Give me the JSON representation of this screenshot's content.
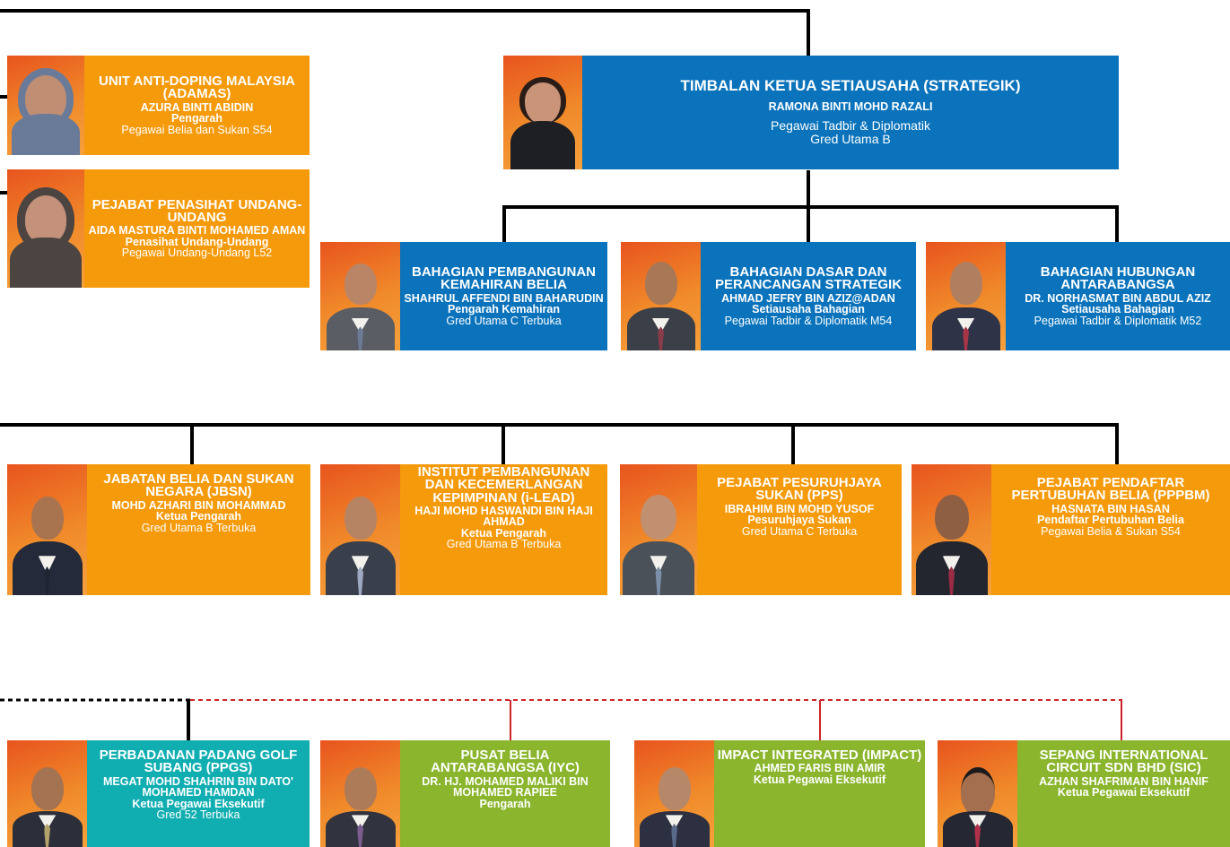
{
  "colors": {
    "orange": "#f59a0b",
    "blue": "#0a73bb",
    "teal": "#11aeb1",
    "green": "#8ab52d",
    "line": "#000000",
    "dashed_red": "#cc2229"
  },
  "strategic": {
    "title": "TIMBALAN KETUA SETIAUSAHA (STRATEGIK)",
    "name": "RAMONA BINTI MOHD RAZALI",
    "role": "Pegawai Tadbir & Diplomatik",
    "grade": "Gred Utama B"
  },
  "units": [
    {
      "title": "UNIT ANTI-DOPING MALAYSIA (ADAMAS)",
      "name": "AZURA BINTI ABIDIN",
      "role": "Pengarah",
      "grade": "Pegawai Belia dan Sukan S54"
    },
    {
      "title": "PEJABAT PENASIHAT UNDANG-UNDANG",
      "name": "AIDA MASTURA BINTI MOHAMED AMAN",
      "role": "Penasihat Undang-Undang",
      "grade": "Pegawai Undang-Undang L52"
    }
  ],
  "divisions": [
    {
      "title": "BAHAGIAN PEMBANGUNAN KEMAHIRAN BELIA",
      "name": "SHAHRUL AFFENDI BIN BAHARUDIN",
      "role": "Pengarah Kemahiran",
      "grade": "Gred Utama C Terbuka"
    },
    {
      "title": "BAHAGIAN DASAR DAN PERANCANGAN STRATEGIK",
      "name": "AHMAD JEFRY BIN AZIZ@ADAN",
      "role": "Setiausaha Bahagian",
      "grade": "Pegawai Tadbir & Diplomatik M54"
    },
    {
      "title": "BAHAGIAN HUBUNGAN ANTARABANGSA",
      "name": "DR. NORHASMAT BIN ABDUL AZIZ",
      "role": "Setiausaha Bahagian",
      "grade": "Pegawai Tadbir & Diplomatik M52"
    }
  ],
  "departments": [
    {
      "title": "JABATAN BELIA DAN SUKAN NEGARA (JBSN)",
      "name": "MOHD AZHARI BIN MOHAMMAD",
      "role": "Ketua Pengarah",
      "grade": "Gred Utama B Terbuka"
    },
    {
      "title": "INSTITUT PEMBANGUNAN DAN KECEMERLANGAN KEPIMPINAN (i-LEAD)",
      "name": "HAJI MOHD HASWANDI BIN HAJI AHMAD",
      "role": "Ketua Pengarah",
      "grade": "Gred Utama B Terbuka"
    },
    {
      "title": "PEJABAT PESURUHJAYA SUKAN (PPS)",
      "name": "IBRAHIM BIN MOHD YUSOF",
      "role": "Pesuruhjaya Sukan",
      "grade": "Gred Utama C Terbuka"
    },
    {
      "title": "PEJABAT PENDAFTAR PERTUBUHAN BELIA (PPPBM)",
      "name": "HASNATA BIN HASAN",
      "role": "Pendaftar Pertubuhan Belia",
      "grade": "Pegawai Belia & Sukan S54"
    }
  ],
  "agencies": [
    {
      "title": "PERBADANAN PADANG GOLF SUBANG (PPGS)",
      "name": "MEGAT MOHD SHAHRIN BIN DATO' MOHAMED HAMDAN",
      "role": "Ketua Pegawai Eksekutif",
      "grade": "Gred 52 Terbuka"
    },
    {
      "title": "PUSAT BELIA ANTARABANGSA (IYC)",
      "name": "DR. HJ. MOHAMED MALIKI BIN MOHAMED RAPIEE",
      "role": "Pengarah",
      "grade": ""
    },
    {
      "title": "IMPACT INTEGRATED (IMPACT)",
      "name": "AHMED FARIS BIN AMIR",
      "role": "Ketua Pegawai Eksekutif",
      "grade": ""
    },
    {
      "title": "SEPANG INTERNATIONAL CIRCUIT SDN BHD (SIC)",
      "name": "AZHAN SHAFRIMAN BIN HANIF",
      "role": "Ketua Pegawai Eksekutif",
      "grade": ""
    }
  ]
}
